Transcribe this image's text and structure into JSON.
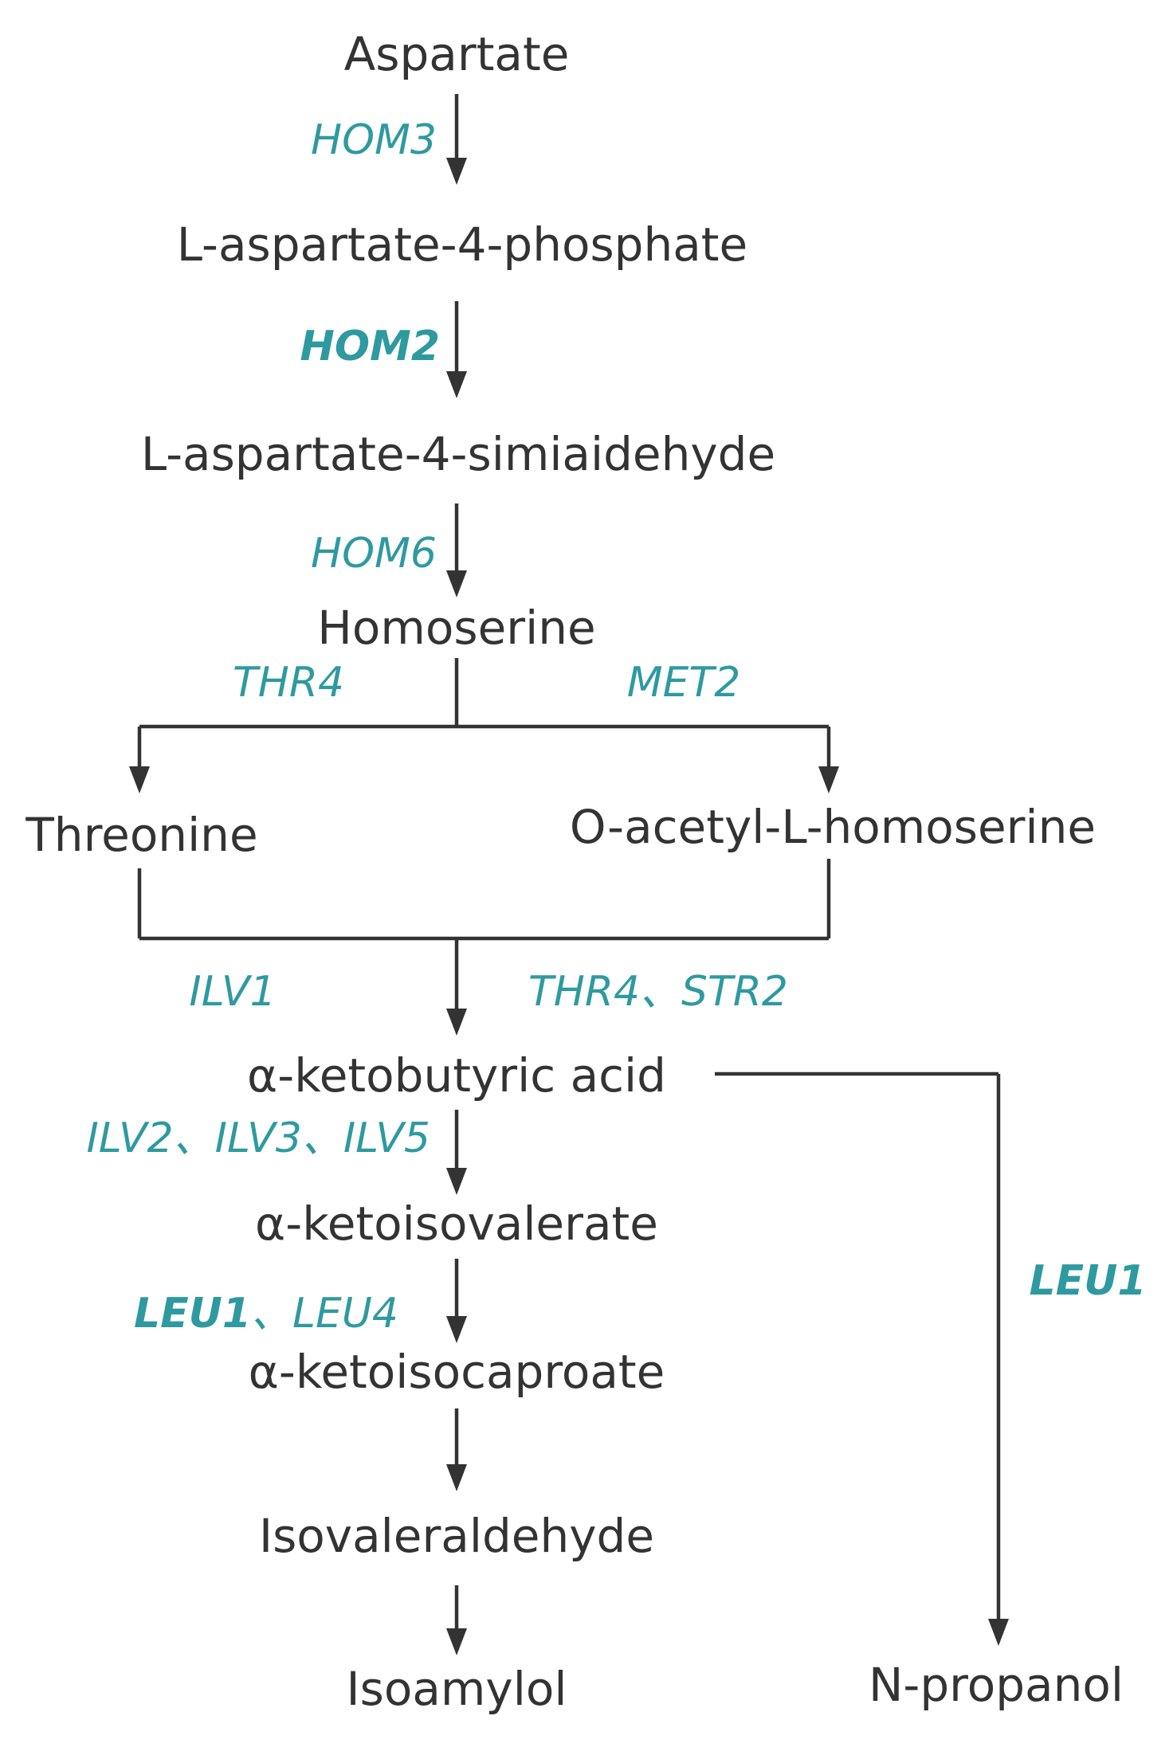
{
  "colors": {
    "compound_text": "#333333",
    "enzyme_text": "#2e9aa0",
    "connector": "#333333",
    "background": "#ffffff"
  },
  "compounds": {
    "aspartate": "Aspartate",
    "l_aspartate_4_phosphate": "L-aspartate-4-phosphate",
    "l_aspartate_4_semialdehyde": "L-aspartate-4-simiaidehyde",
    "homoserine": "Homoserine",
    "threonine": "Threonine",
    "o_acetyl_l_homoserine": "O-acetyl-L-homoserine",
    "alpha_ketobutyric_acid": "α-ketobutyric acid",
    "alpha_ketoisovalerate": "α-ketoisovalerate",
    "alpha_ketoisocaproate": "α-ketoisocaproate",
    "isovaleraldehyde": "Isovaleraldehyde",
    "isoamylol": "Isoamylol",
    "n_propanol": "N-propanol"
  },
  "enzymes": {
    "hom3": "HOM3",
    "hom2": "HOM2",
    "hom6": "HOM6",
    "thr4_left": "THR4",
    "met2": "MET2",
    "ilv1": "ILV1",
    "thr4_str2": "THR4、STR2",
    "ilv_group": "ILV2、ILV3、ILV5",
    "leu1_a": "LEU1",
    "leu_separator": "、",
    "leu4": "LEU4",
    "leu1_right": "LEU1"
  }
}
